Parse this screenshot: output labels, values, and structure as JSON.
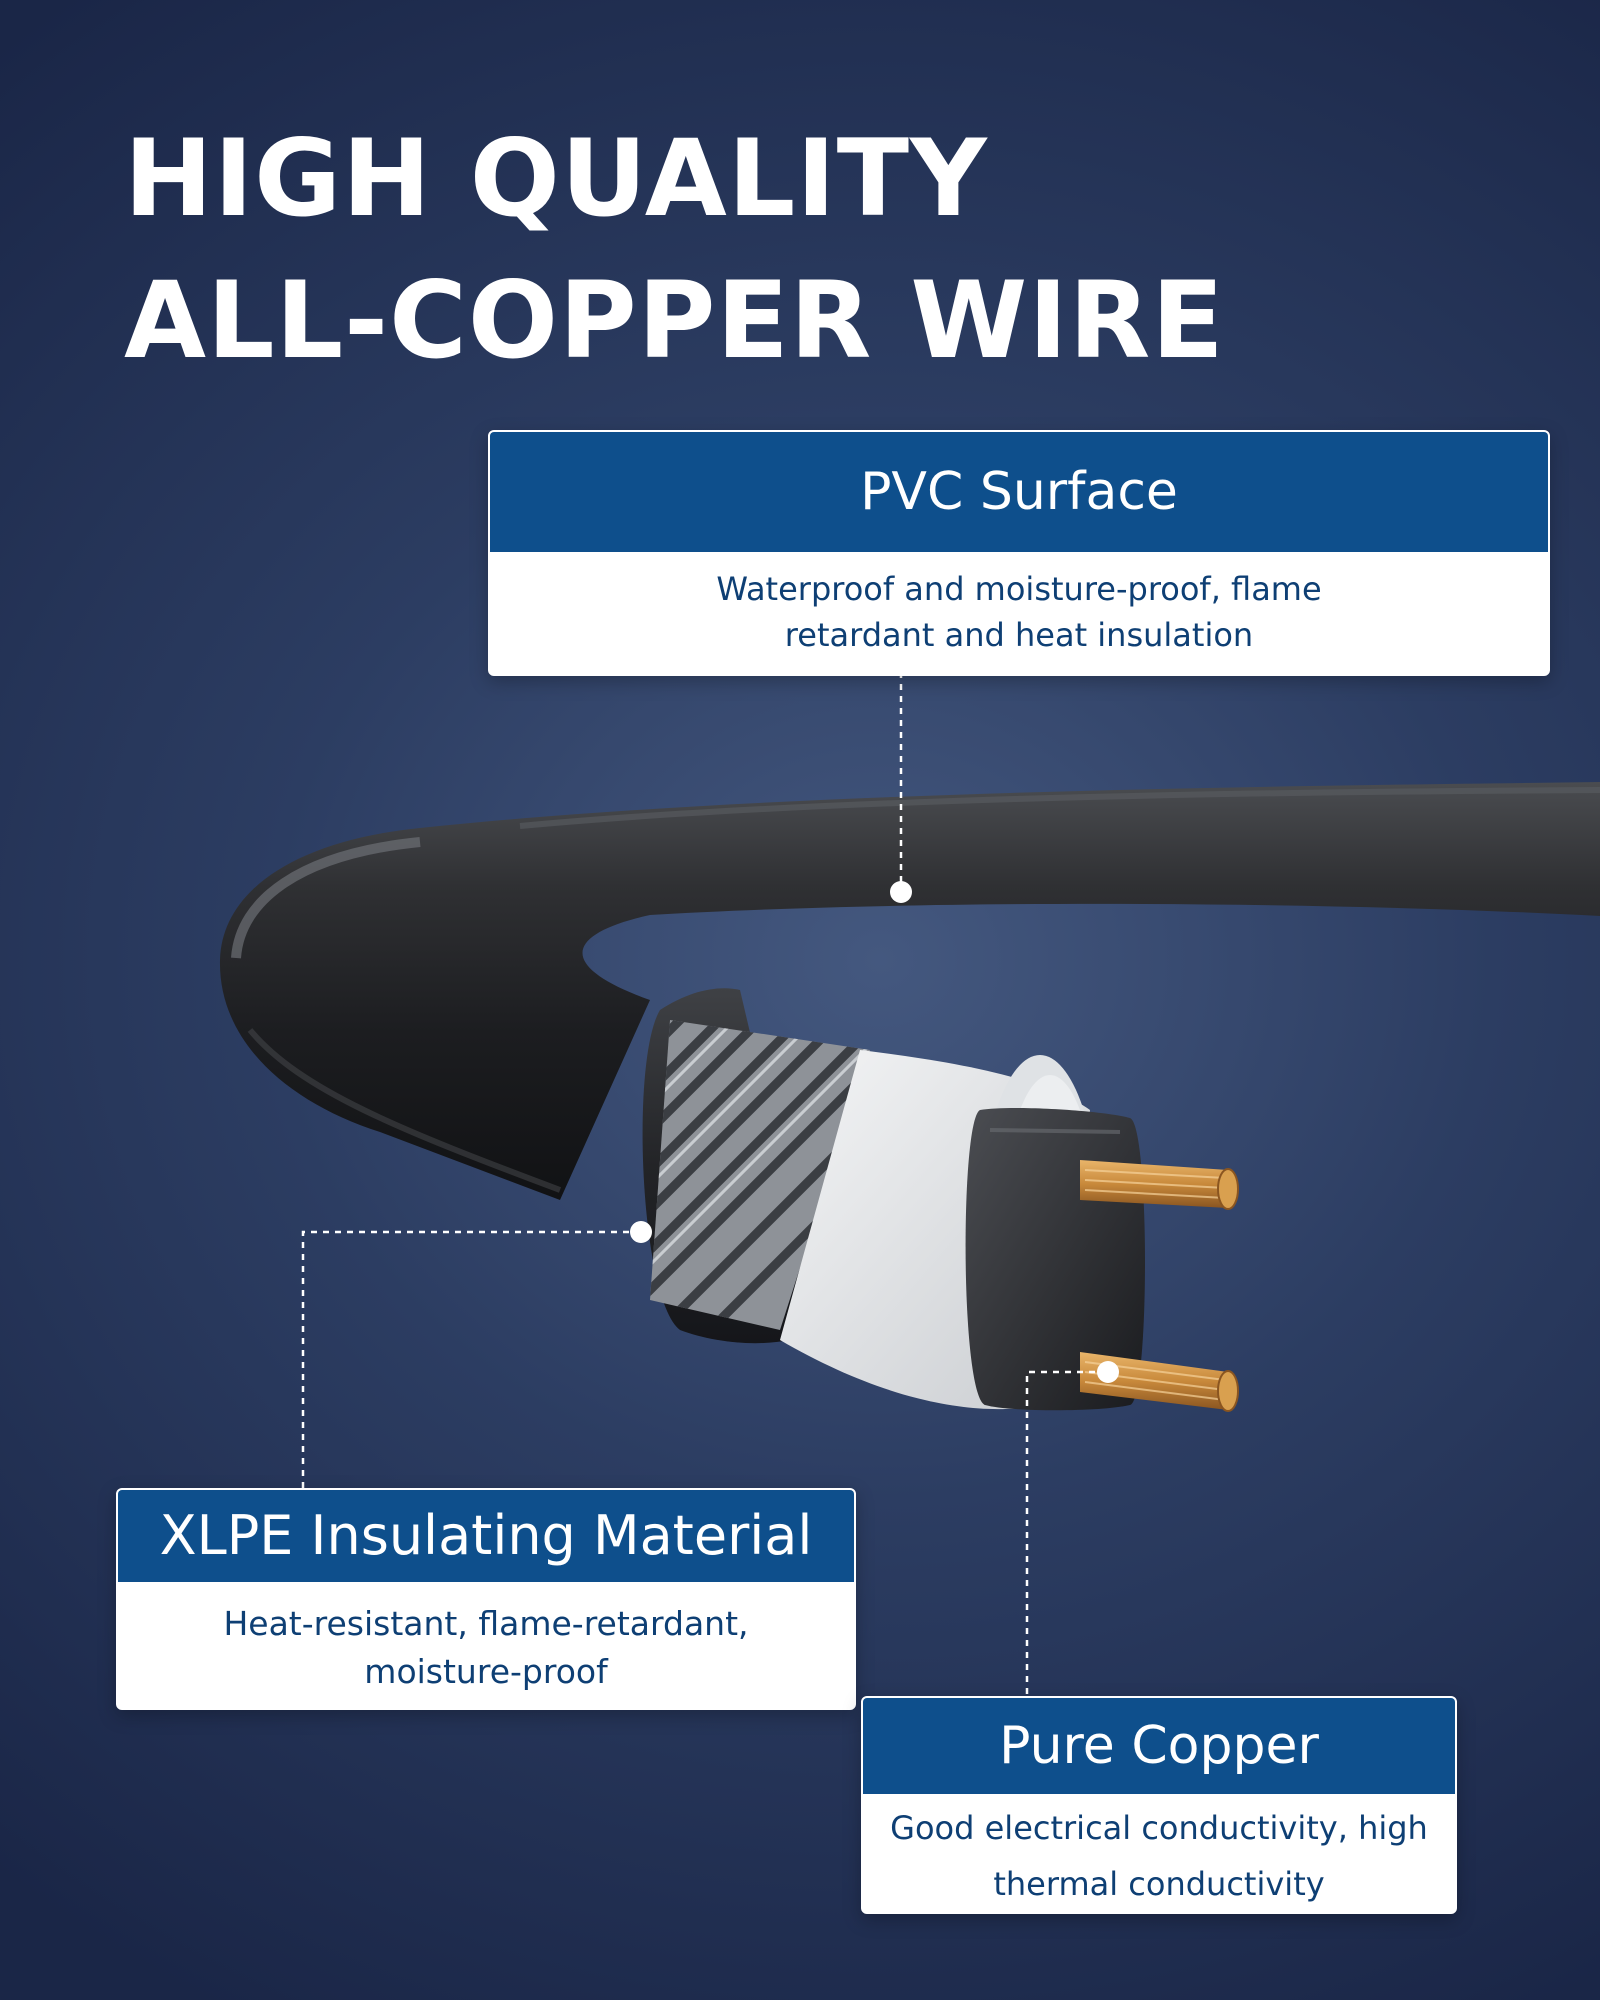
{
  "headline": {
    "line1": "HIGH QUALITY",
    "line2": "ALL-COPPER WIRE"
  },
  "callouts": [
    {
      "title": "PVC Surface",
      "description": "Waterproof and moisture-proof, flame retardant and heat insulation"
    },
    {
      "title": "XLPE Insulating Material",
      "description": "Heat-resistant, flame-retardant, moisture-proof"
    },
    {
      "title": "Pure Copper",
      "description": "Good electrical conductivity, high thermal conductivity"
    }
  ],
  "colors": {
    "background": "#2c3d62",
    "title_bar": "#0e4f8c",
    "description_text": "#0e3f74",
    "sheath": "#2a2b2e",
    "insulation": "#e2e5e8",
    "copper": "#c8893b"
  }
}
